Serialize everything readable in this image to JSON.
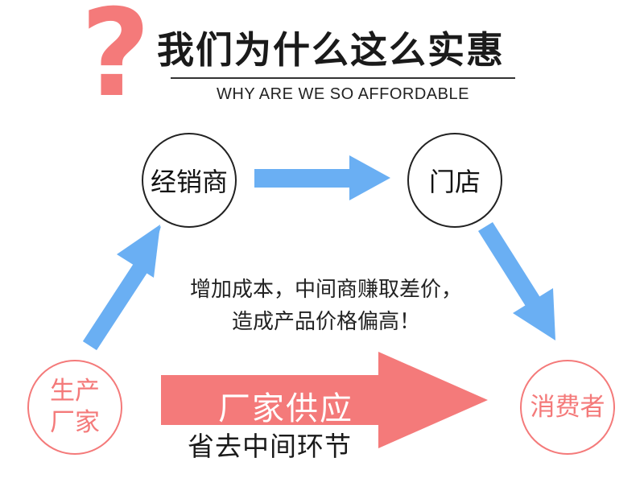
{
  "header": {
    "question_mark": "?",
    "title": "我们为什么这么实惠",
    "subtitle": "WHY ARE WE SO AFFORDABLE"
  },
  "nodes": {
    "distributor": "经销商",
    "store": "门店",
    "manufacturer": "生产\n厂家",
    "consumer": "消费者"
  },
  "notes": {
    "middleman_line1": "增加成本，中间商赚取差价，",
    "middleman_line2": "造成产品价格偏高！"
  },
  "direct_supply": {
    "label": "厂家供应",
    "sublabel": "省去中间环节"
  },
  "colors": {
    "accent_pink": "#f47a7a",
    "arrow_blue": "#6aaff3",
    "text_dark": "#1a1a1a"
  }
}
